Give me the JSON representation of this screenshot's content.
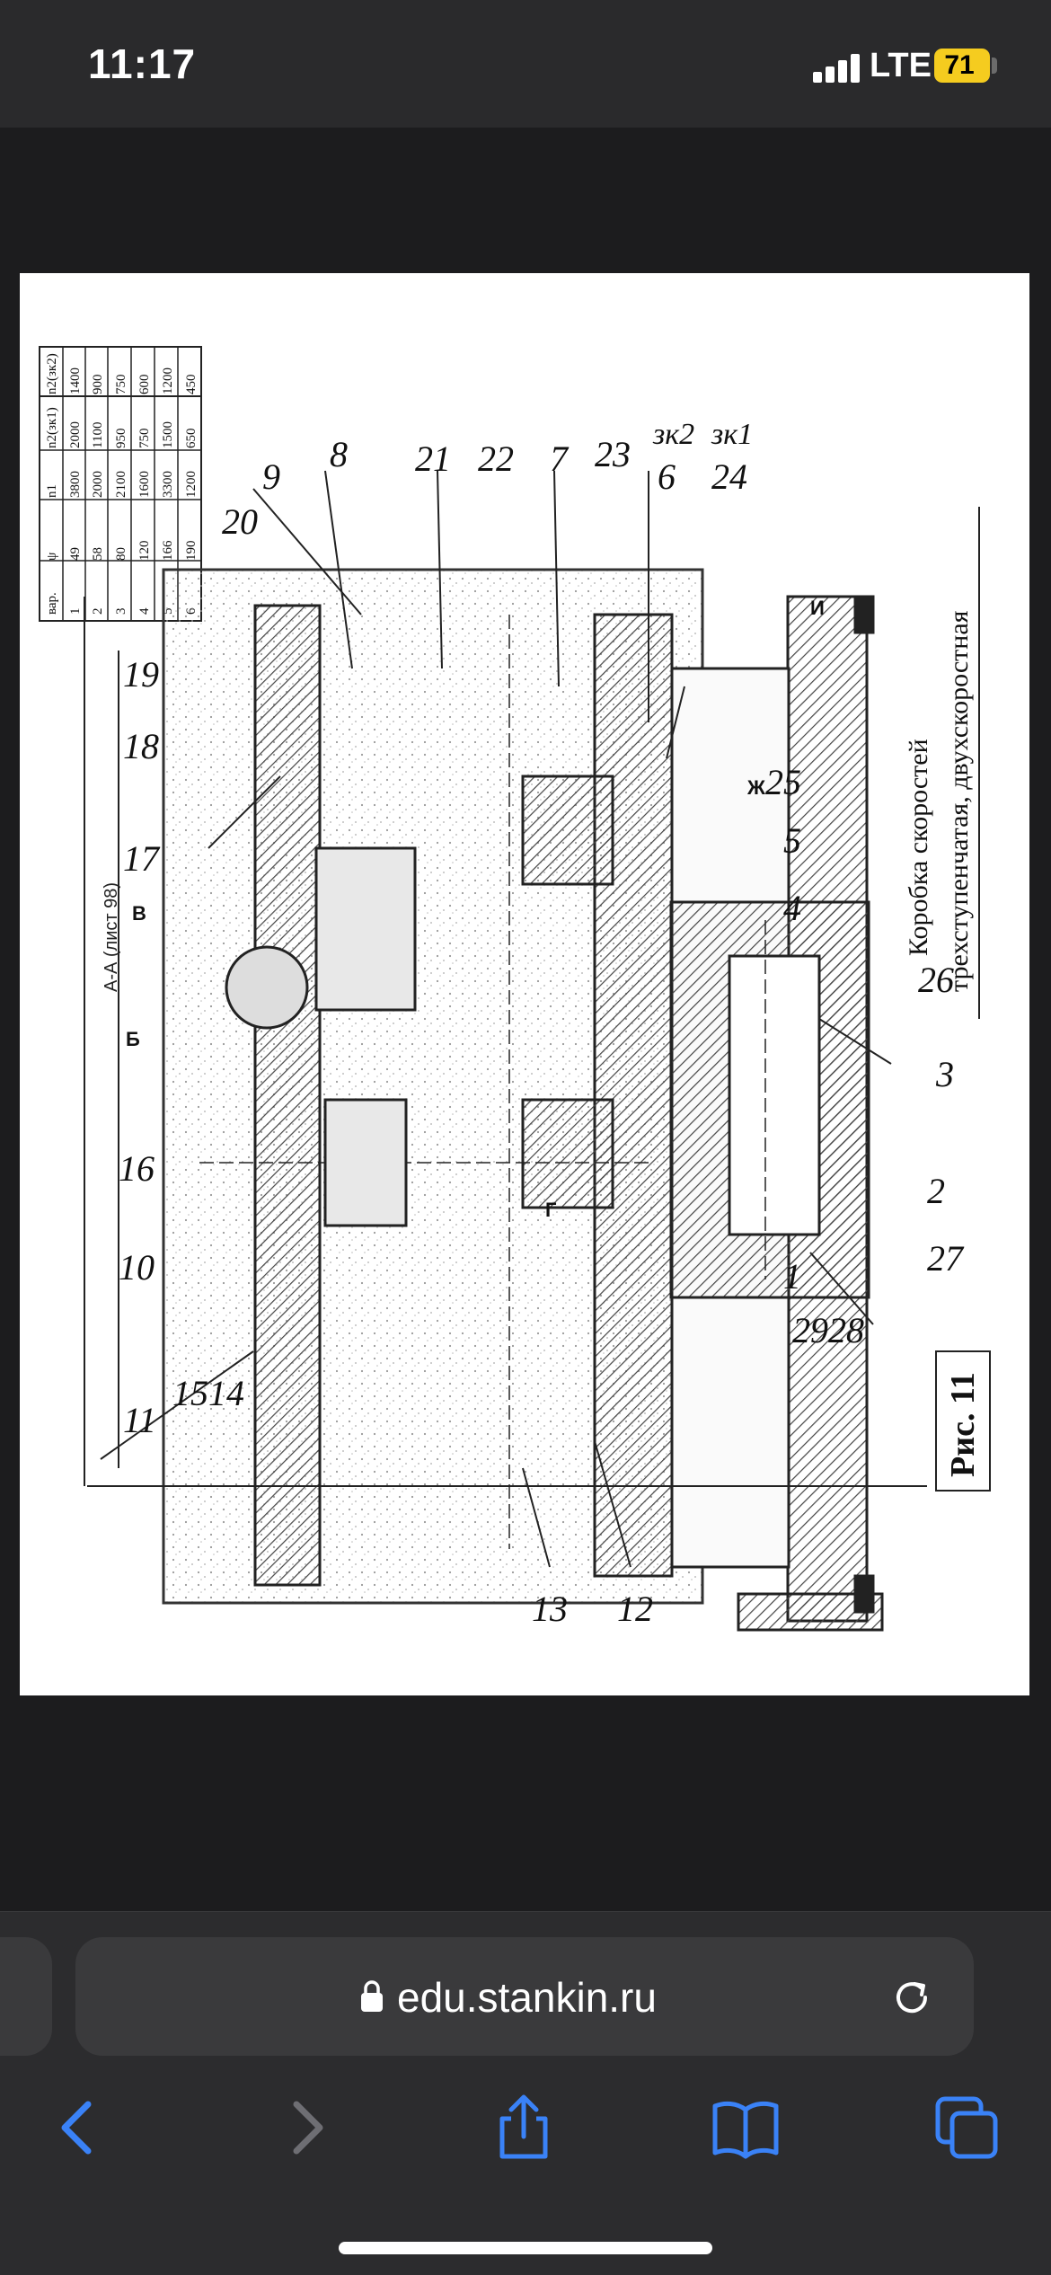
{
  "status_bar": {
    "time": "11:17",
    "network": "LTE",
    "battery": "71",
    "battery_color": "#f5cc1f"
  },
  "document": {
    "table_headers": [
      "вар.",
      "ψ",
      "n1",
      "n2(зк1)",
      "n2(зк2)"
    ],
    "table_rows": [
      [
        "1",
        "49",
        "3800",
        "2000",
        "1400"
      ],
      [
        "2",
        "58",
        "2000",
        "1100",
        "900"
      ],
      [
        "3",
        "80",
        "2100",
        "950",
        "750"
      ],
      [
        "4",
        "120",
        "1600",
        "750",
        "600"
      ],
      [
        "5",
        "166",
        "3300",
        "1500",
        "1200"
      ],
      [
        "6",
        "190",
        "1200",
        "650",
        "450"
      ]
    ],
    "section_label": "А-А (лист 98)",
    "caption_line1": "Коробка скоростей",
    "caption_line2": "трехступенчатая, двухскоростная",
    "figure_label": "Рис. 11",
    "callouts": [
      "9",
      "20",
      "8",
      "21",
      "22",
      "7",
      "23",
      "6",
      "зк2",
      "24",
      "зк1",
      "19",
      "18",
      "17",
      "16",
      "10",
      "11",
      "15",
      "14",
      "13",
      "12",
      "5",
      "25",
      "4",
      "26",
      "3",
      "2",
      "27",
      "1",
      "29",
      "28"
    ],
    "section_marks": [
      "Б",
      "В",
      "Ж",
      "И",
      "Г"
    ]
  },
  "browser": {
    "address": "edu.stankin.ru",
    "accent_color": "#3a82f7"
  },
  "icons": {
    "lock": "lock-icon",
    "reload": "reload-icon",
    "back": "chevron-left-icon",
    "forward": "chevron-right-icon",
    "share": "share-icon",
    "bookmarks": "book-icon",
    "tabs": "tabs-icon"
  }
}
